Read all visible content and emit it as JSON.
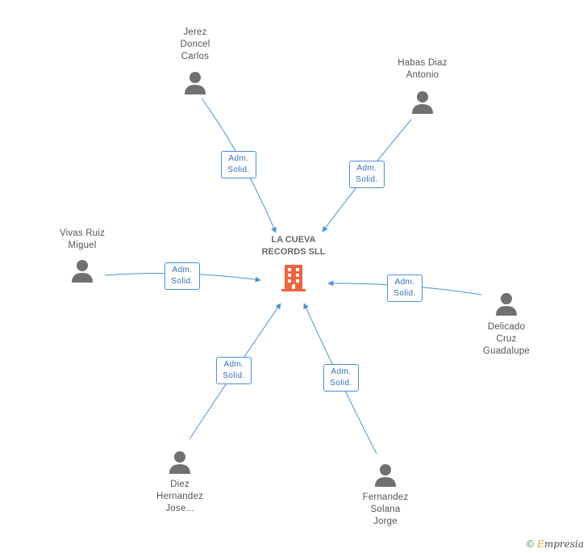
{
  "company": {
    "name_line1": "LA CUEVA",
    "name_line2": "RECORDS SLL",
    "icon": "building-icon",
    "icon_color": "#f0643c"
  },
  "people": [
    {
      "id": "jerez",
      "lines": [
        "Jerez",
        "Doncel",
        "Carlos"
      ],
      "badge": [
        "Adm.",
        "Solid."
      ]
    },
    {
      "id": "habas",
      "lines": [
        "Habas Diaz",
        "Antonio"
      ],
      "badge": [
        "Adm.",
        "Solid."
      ]
    },
    {
      "id": "vivas",
      "lines": [
        "Vivas Ruiz",
        "Miguel"
      ],
      "badge": [
        "Adm.",
        "Solid."
      ]
    },
    {
      "id": "delicado",
      "lines": [
        "Delicado",
        "Cruz",
        "Guadalupe"
      ],
      "badge": [
        "Adm.",
        "Solid."
      ]
    },
    {
      "id": "diez",
      "lines": [
        "Diez",
        "Hernandez",
        "Jose..."
      ],
      "badge": [
        "Adm.",
        "Solid."
      ]
    },
    {
      "id": "fernandez",
      "lines": [
        "Fernandez",
        "Solana",
        "Jorge"
      ],
      "badge": [
        "Adm.",
        "Solid."
      ]
    }
  ],
  "colors": {
    "link": "#4a90d9",
    "person": "#707070",
    "label": "#555555"
  },
  "footer": {
    "copyright": "©",
    "brand_first": "E",
    "brand_rest": "mpresia"
  }
}
